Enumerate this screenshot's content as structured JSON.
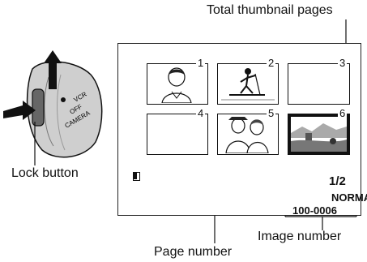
{
  "callouts": {
    "total_pages": "Total thumbnail pages",
    "lock_button": "Lock button",
    "image_number": "Image number",
    "page_number": "Page number"
  },
  "switch_labels": [
    "VCR",
    "OFF",
    "CAMERA"
  ],
  "screen": {
    "thumbnails": [
      {
        "number": "1",
        "content": "person-portrait",
        "selected": false
      },
      {
        "number": "2",
        "content": "skier",
        "selected": false
      },
      {
        "number": "3",
        "content": "empty",
        "selected": false
      },
      {
        "number": "4",
        "content": "empty",
        "selected": false
      },
      {
        "number": "5",
        "content": "couple",
        "selected": false
      },
      {
        "number": "6",
        "content": "landscape",
        "selected": true
      }
    ],
    "page_indicator": "1/2",
    "mode": "NORMAL",
    "image_number": "100-0006"
  }
}
